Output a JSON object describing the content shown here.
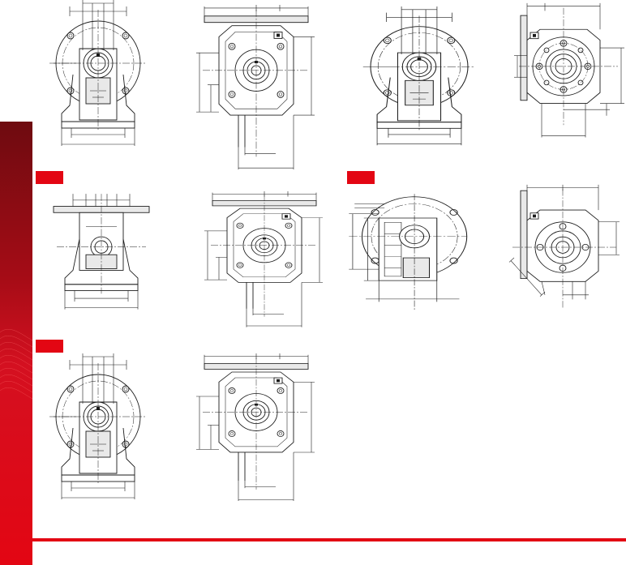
{
  "colors": {
    "accent_red": "#e30613",
    "sidebar_dark": "#6e0b10",
    "sidebar_mid": "#b50d18",
    "line": "#1b1b1b",
    "background": "#ffffff"
  },
  "section_tags": [
    {
      "id": "row2-left",
      "color": "#e30613"
    },
    {
      "id": "row2-right",
      "color": "#e30613"
    },
    {
      "id": "row3-left",
      "color": "#e30613"
    }
  ],
  "views": [
    "row1-flange-side",
    "row1-foot-front",
    "row1-flange-side-2",
    "row1-output-front",
    "row2-foot-side",
    "row2-foot-front",
    "row2-torque-arm-side",
    "row2-torque-arm-front",
    "row3-flange-side",
    "row3-flange-front"
  ]
}
